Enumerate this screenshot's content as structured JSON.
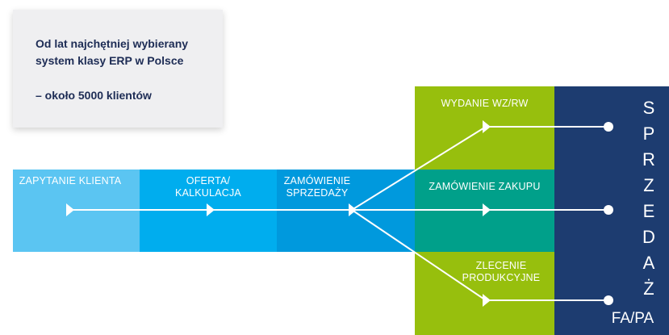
{
  "card": {
    "line1": "Od lat najchętniej wybierany",
    "line2": "system klasy ERP w Polsce",
    "line3": "– około 5000 klientów"
  },
  "steps": {
    "inquiry": "ZAPYTANIE KLIENTA",
    "offer_line1": "OFERTA/",
    "offer_line2": "KALKULACJA",
    "order_line1": "ZAMÓWIENIE",
    "order_line2": "SPRZEDAŻY",
    "release": "WYDANIE WZ/RW",
    "purchase": "ZAMÓWIENIE ZAKUPU",
    "production_line1": "ZLECENIE",
    "production_line2": "PRODUKCYJNE"
  },
  "sales": {
    "letters": [
      "S",
      "P",
      "R",
      "Z",
      "E",
      "D",
      "A",
      "Ż"
    ],
    "docs": "FA/PA"
  },
  "colors": {
    "light_blue": "#5bc5f2",
    "mid_blue": "#00adee",
    "blue": "#0099dd",
    "green": "#97bf0d",
    "teal": "#00a08a",
    "navy": "#1d3c70",
    "card_text": "#1d2c55"
  }
}
